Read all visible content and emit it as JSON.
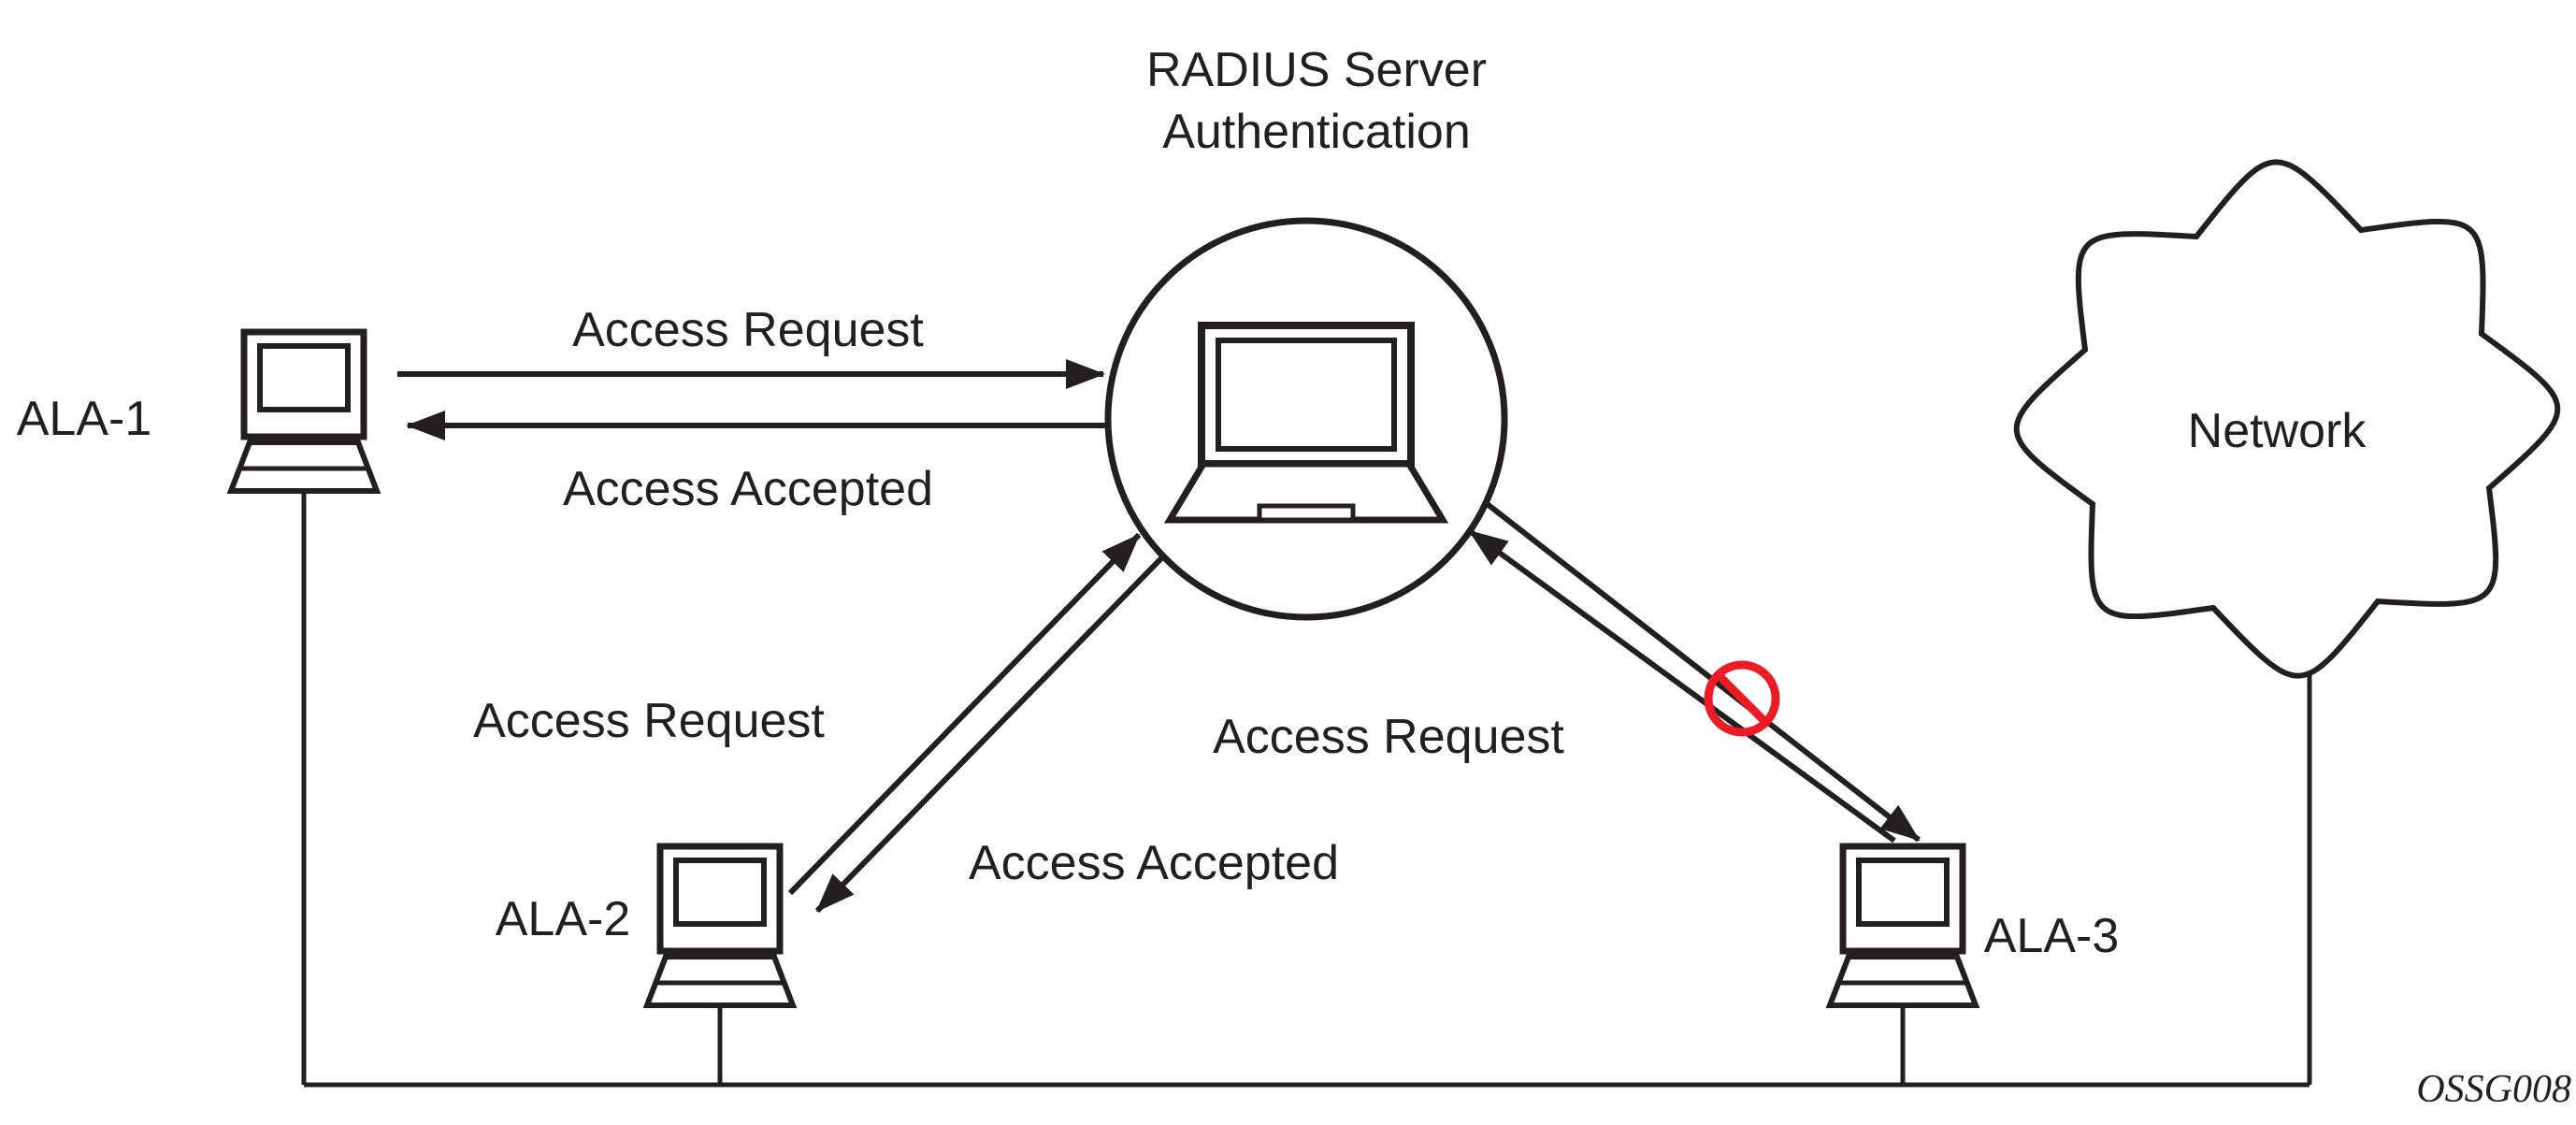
{
  "diagram": {
    "title": {
      "line1": "RADIUS Server",
      "line2": "Authentication"
    },
    "cloud": {
      "label": "Network"
    },
    "nodes": {
      "ala1": {
        "label": "ALA-1"
      },
      "ala2": {
        "label": "ALA-2"
      },
      "ala3": {
        "label": "ALA-3"
      }
    },
    "flows": {
      "ala1": {
        "request": "Access Request",
        "accepted": "Access Accepted"
      },
      "ala2": {
        "request": "Access Request",
        "accepted": "Access Accepted"
      },
      "ala3": {
        "request": "Access Request",
        "response_blocked": "true"
      }
    },
    "caption": "OSSG008",
    "colors": {
      "line": "#231f20",
      "denied": "#ed1c24",
      "background": "#ffffff"
    }
  }
}
